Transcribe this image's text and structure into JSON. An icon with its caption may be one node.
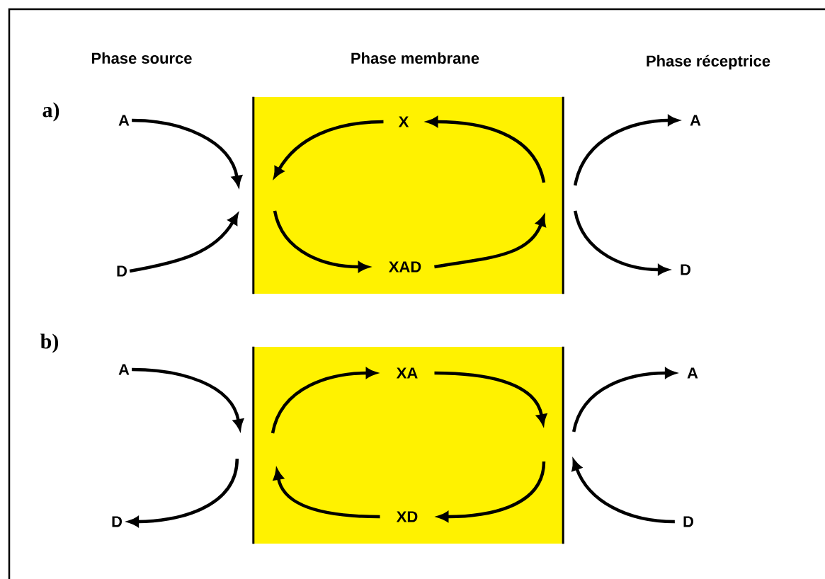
{
  "diagram": {
    "nodes": [
      {
        "text": [],
        "shape": "box"
      },
      {
        "text": [
          "A"
        ]
      },
      {
        "text": [
          "D"
        ]
      },
      {
        "text": [
          "X"
        ],
        "in": 0
      },
      {
        "text": [
          "XAD"
        ],
        "in": 0
      },
      {
        "text": [
          "A"
        ]
      },
      {
        "text": [
          "D"
        ]
      },
      {
        "text": [],
        "shape": "box"
      },
      {
        "text": [
          "A"
        ]
      },
      {
        "text": [
          "D"
        ]
      },
      {
        "text": [
          "XA"
        ],
        "in": 7
      },
      {
        "text": [
          "XD"
        ],
        "in": 7
      },
      {
        "text": [
          "A"
        ]
      },
      {
        "text": [
          "D"
        ]
      }
    ],
    "edges": [
      {
        "from": 1,
        "to": 0,
        "arrow": "to"
      },
      {
        "from": 2,
        "to": 0,
        "arrow": "to"
      },
      {
        "from": 3,
        "to": null,
        "arrow": "to"
      },
      {
        "from": null,
        "to": 4,
        "arrow": "to"
      },
      {
        "from": 4,
        "to": null,
        "arrow": "to"
      },
      {
        "from": null,
        "to": 3,
        "arrow": "to"
      },
      {
        "from": 0,
        "to": 5,
        "arrow": "to"
      },
      {
        "from": 0,
        "to": 6,
        "arrow": "to"
      },
      {
        "from": 8,
        "to": 7,
        "arrow": "to"
      },
      {
        "from": 7,
        "to": 9,
        "arrow": "to"
      },
      {
        "from": null,
        "to": 10,
        "arrow": "to"
      },
      {
        "from": 10,
        "to": null,
        "arrow": "to"
      },
      {
        "from": null,
        "to": 11,
        "arrow": "to"
      },
      {
        "from": 11,
        "to": null,
        "arrow": "to"
      },
      {
        "from": 7,
        "to": 12,
        "arrow": "to"
      },
      {
        "from": 13,
        "to": 7,
        "arrow": "to"
      }
    ],
    "labels": [
      "Phase source",
      "Phase membrane",
      "Phase réceptrice",
      "a)",
      "b)"
    ]
  }
}
